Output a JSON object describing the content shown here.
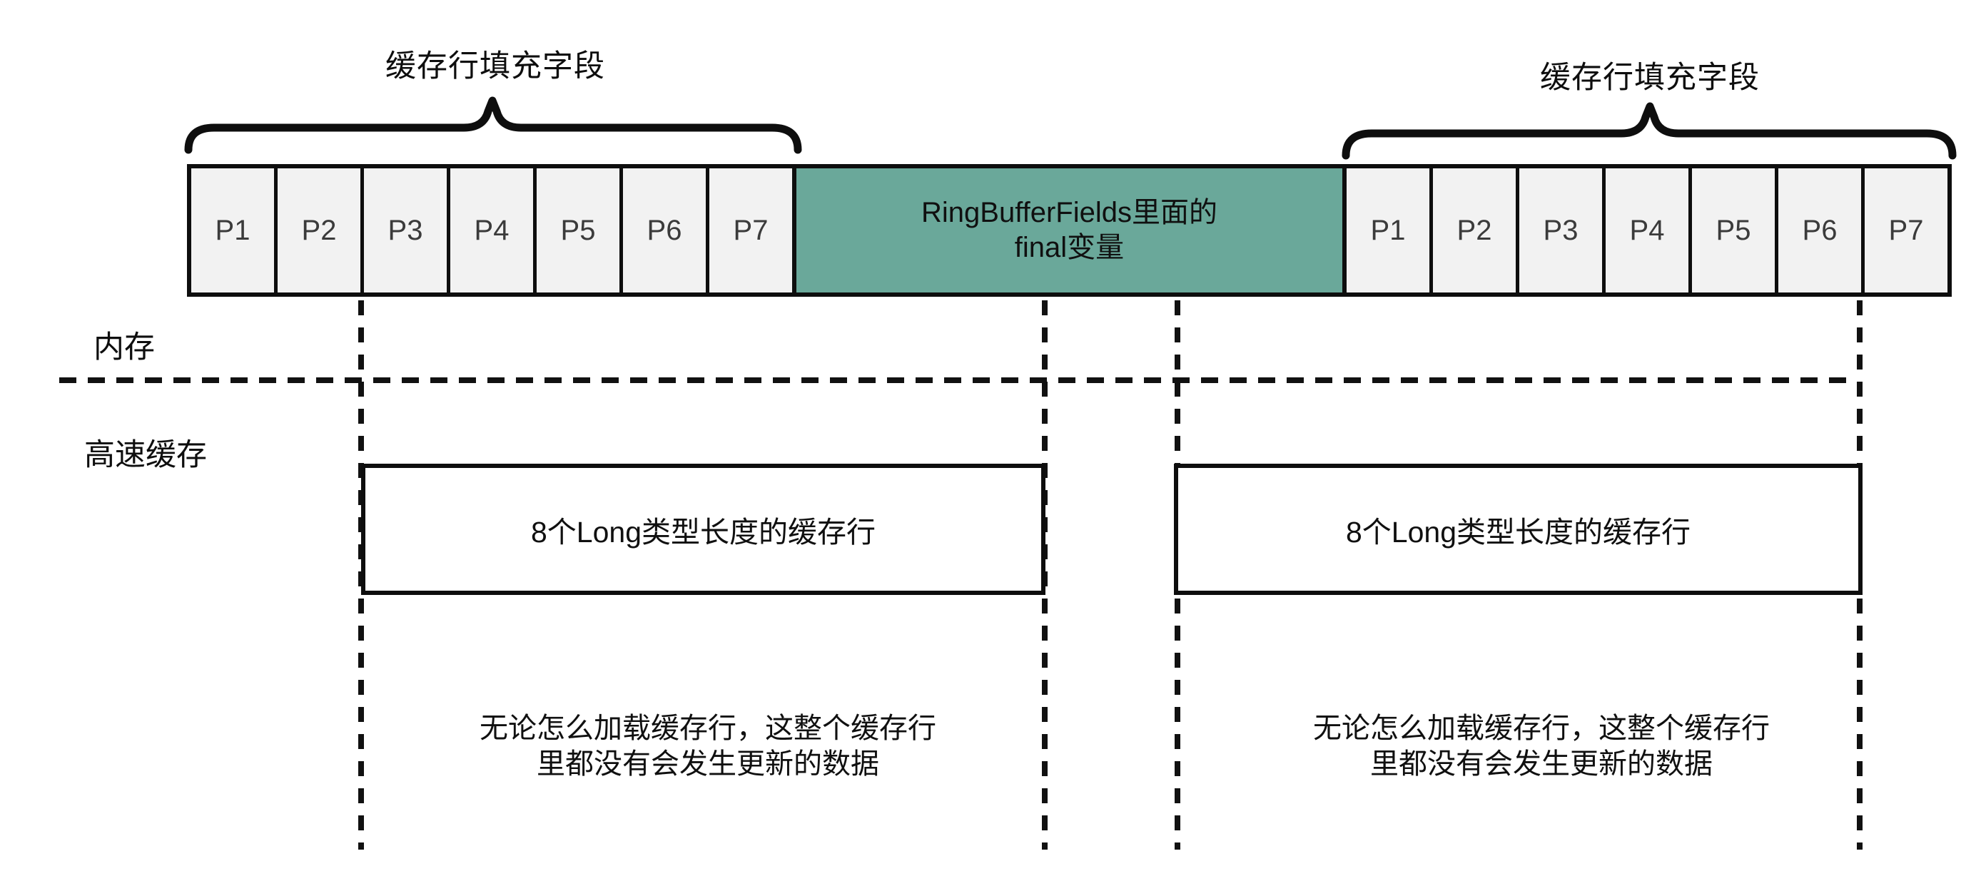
{
  "colors": {
    "ink": "#0e0e0e",
    "teal_fill": "#6aa89a",
    "gray_fill": "#f2f2f2",
    "cell_text": "#3b3b3b",
    "background": "#ffffff"
  },
  "top_labels": {
    "left": "缓存行填充字段",
    "right": "缓存行填充字段"
  },
  "memory_row": {
    "left_cells": [
      "P1",
      "P2",
      "P3",
      "P4",
      "P5",
      "P6",
      "P7"
    ],
    "center_cell": {
      "line1": "RingBufferFields里面的",
      "line2": "final变量"
    },
    "right_cells": [
      "P1",
      "P2",
      "P3",
      "P4",
      "P5",
      "P6",
      "P7"
    ]
  },
  "row_labels": {
    "memory": "内存",
    "cache": "高速缓存"
  },
  "cache_boxes": {
    "left_label": "8个Long类型长度的缓存行",
    "right_label": "8个Long类型长度的缓存行"
  },
  "notes": {
    "left": {
      "line1": "无论怎么加载缓存行，这整个缓存行",
      "line2": "里都没有会发生更新的数据"
    },
    "right": {
      "line1": "无论怎么加载缓存行，这整个缓存行",
      "line2": "里都没有会发生更新的数据"
    }
  }
}
